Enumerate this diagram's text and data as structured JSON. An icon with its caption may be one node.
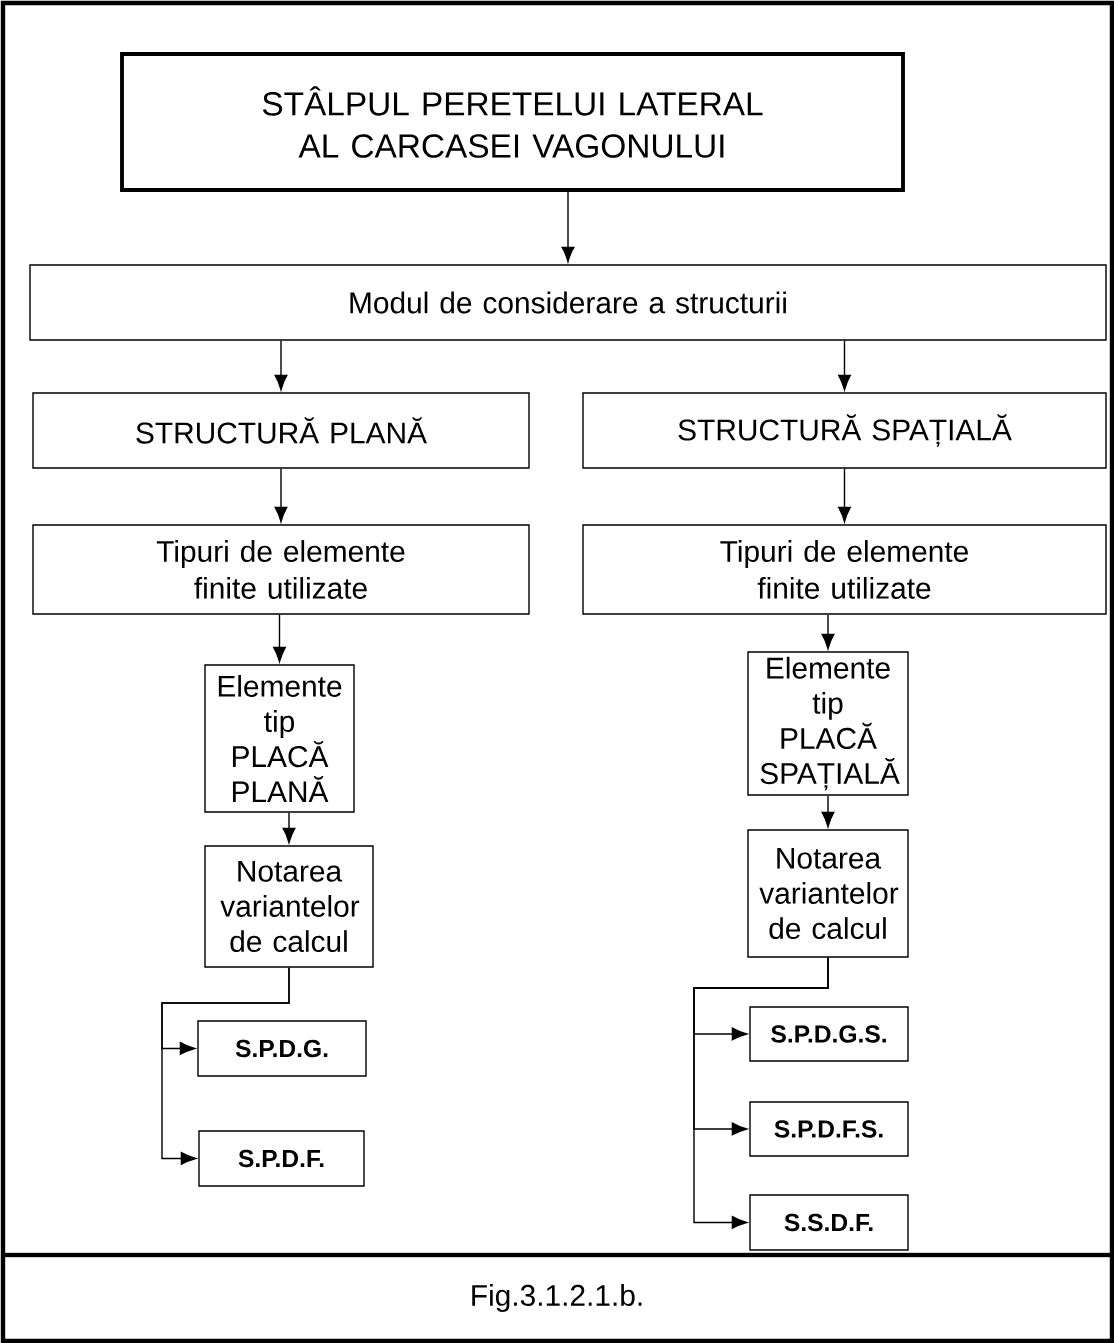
{
  "diagram": {
    "caption": "Fig.3.1.2.1.b.",
    "nodes": [
      {
        "text": [
          "STÂLPUL PERETELUI LATERAL AL CARCASEI VAGONULUI"
        ]
      },
      {
        "text": [
          "Modul de considerare a structurii"
        ]
      },
      {
        "text": [
          "STRUCTURĂ PLANĂ"
        ]
      },
      {
        "text": [
          "STRUCTURĂ SPAȚIALĂ"
        ]
      },
      {
        "text": [
          "Tipuri de elemente finite utilizate"
        ]
      },
      {
        "text": [
          "Tipuri de elemente finite utilizate"
        ]
      },
      {
        "text": [
          "Elemente tip PLACĂ PLANĂ"
        ]
      },
      {
        "text": [
          "Elemente tip PLACĂ SPAȚIALĂ"
        ]
      },
      {
        "text": [
          "Notarea variantelor de calcul"
        ]
      },
      {
        "text": [
          "Notarea variantelor de calcul"
        ]
      },
      {
        "text": [
          "S.P.D.G."
        ]
      },
      {
        "text": [
          "S.P.D.F."
        ]
      },
      {
        "text": [
          "S.P.D.G.S."
        ]
      },
      {
        "text": [
          "S.P.D.F.S."
        ]
      },
      {
        "text": [
          "S.S.D.F."
        ]
      }
    ],
    "edges": [
      {
        "from": 0,
        "to": 1,
        "arrow": "to"
      },
      {
        "from": 1,
        "to": 2,
        "arrow": "to"
      },
      {
        "from": 1,
        "to": 3,
        "arrow": "to"
      },
      {
        "from": 2,
        "to": 4,
        "arrow": "to"
      },
      {
        "from": 3,
        "to": 5,
        "arrow": "to"
      },
      {
        "from": 4,
        "to": 6,
        "arrow": "to"
      },
      {
        "from": 5,
        "to": 7,
        "arrow": "to"
      },
      {
        "from": 6,
        "to": 8,
        "arrow": "to"
      },
      {
        "from": 7,
        "to": 9,
        "arrow": "to"
      },
      {
        "from": 8,
        "to": 10,
        "arrow": "to"
      },
      {
        "from": 8,
        "to": 11,
        "arrow": "to"
      },
      {
        "from": 9,
        "to": 12,
        "arrow": "to"
      },
      {
        "from": 9,
        "to": 13,
        "arrow": "to"
      },
      {
        "from": 9,
        "to": 14,
        "arrow": "to"
      }
    ]
  }
}
